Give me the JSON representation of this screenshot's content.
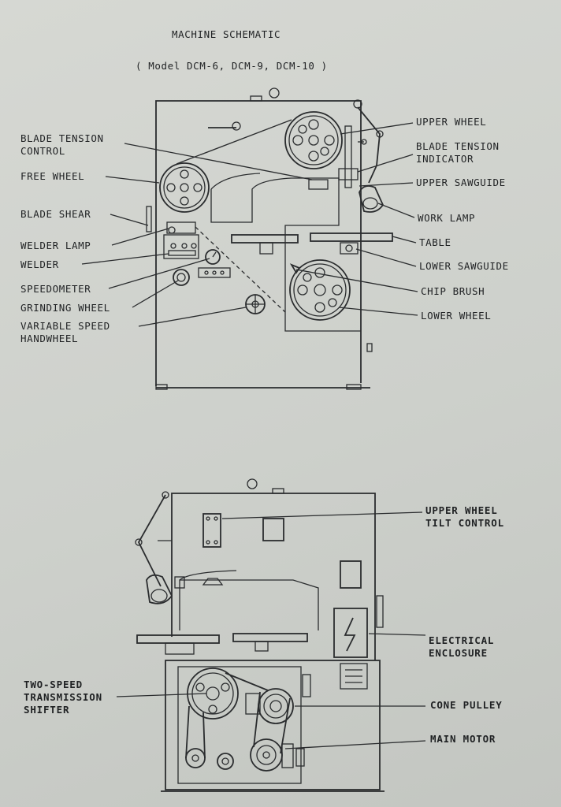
{
  "title": "MACHINE SCHEMATIC",
  "subtitle": "( Model DCM-6, DCM-9, DCM-10 )",
  "top_labels_left": [
    [
      "BLADE TENSION",
      "CONTROL"
    ],
    [
      "FREE WHEEL"
    ],
    [
      "BLADE SHEAR"
    ],
    [
      "WELDER LAMP"
    ],
    [
      "WELDER"
    ],
    [
      "SPEEDOMETER"
    ],
    [
      "GRINDING WHEEL"
    ],
    [
      "VARIABLE SPEED",
      "HANDWHEEL"
    ]
  ],
  "top_labels_right": [
    [
      "UPPER WHEEL"
    ],
    [
      "BLADE TENSION",
      "INDICATOR"
    ],
    [
      "UPPER SAWGUIDE"
    ],
    [
      "WORK LAMP"
    ],
    [
      "TABLE"
    ],
    [
      "LOWER SAWGUIDE"
    ],
    [
      "CHIP BRUSH"
    ],
    [
      "LOWER WHEEL"
    ]
  ],
  "bottom_labels_right": [
    [
      "UPPER WHEEL",
      "TILT CONTROL"
    ],
    [
      "ELECTRICAL",
      "ENCLOSURE"
    ],
    [
      "CONE PULLEY"
    ],
    [
      "MAIN MOTOR"
    ]
  ],
  "bottom_labels_left": [
    [
      "TWO-SPEED",
      "TRANSMISSION",
      "SHIFTER"
    ]
  ]
}
